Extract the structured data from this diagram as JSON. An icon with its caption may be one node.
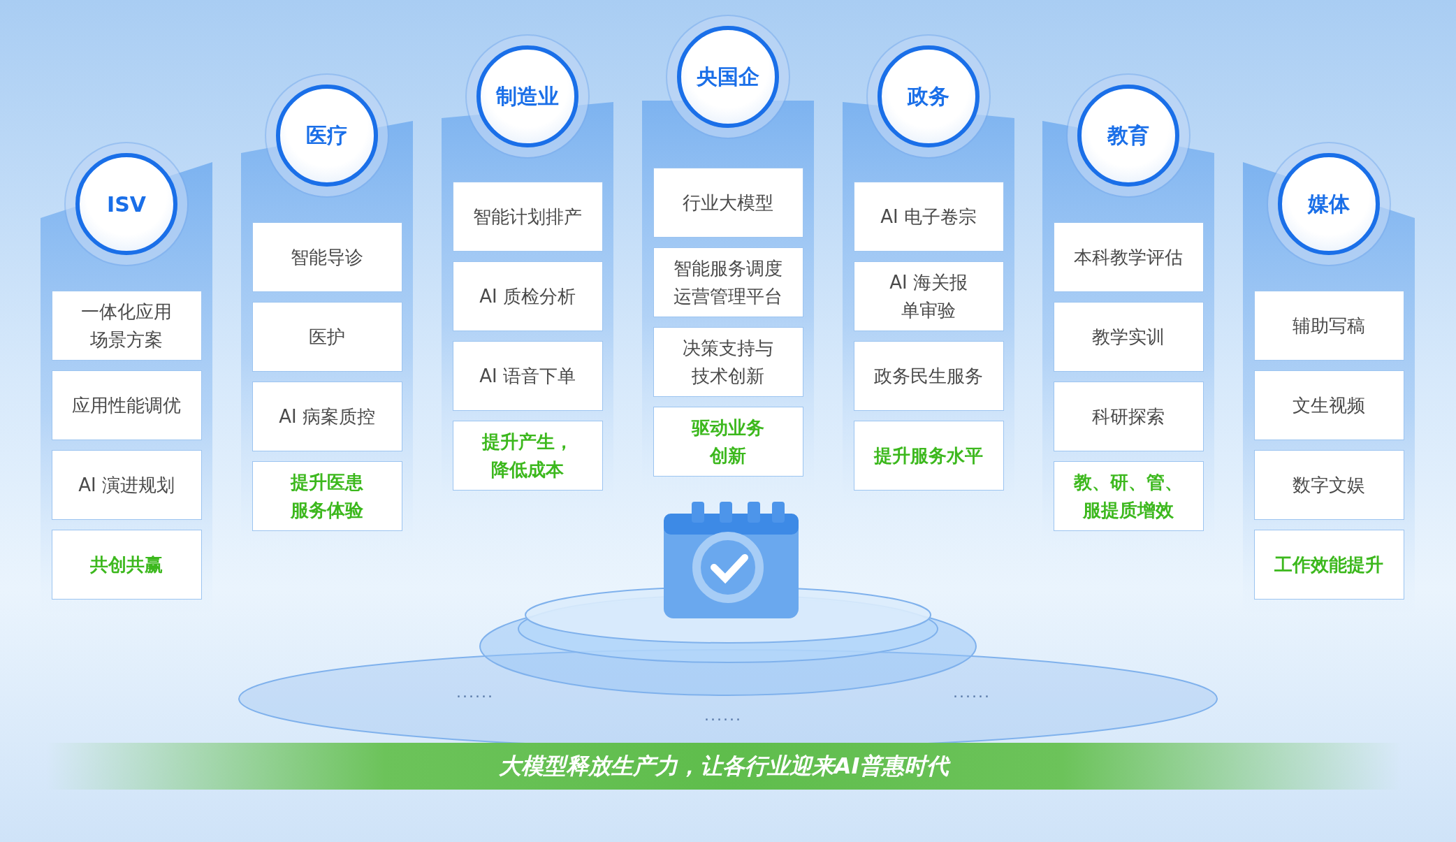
{
  "diagram": {
    "nodes": [
      {
        "text": [
          "ISV"
        ]
      },
      {
        "text": [
          "一体化应用场景方案"
        ],
        "in": 0
      },
      {
        "text": [
          "应用性能调优"
        ],
        "in": 0
      },
      {
        "text": [
          "AI 演进规划"
        ],
        "in": 0
      },
      {
        "text": [
          "共创共赢"
        ],
        "in": 0
      },
      {
        "text": [
          "医疗"
        ]
      },
      {
        "text": [
          "智能导诊"
        ],
        "in": 5
      },
      {
        "text": [
          "医护"
        ],
        "in": 5
      },
      {
        "text": [
          "AI 病案质控"
        ],
        "in": 5
      },
      {
        "text": [
          "提升医患服务体验"
        ],
        "in": 5
      },
      {
        "text": [
          "制造业"
        ]
      },
      {
        "text": [
          "智能计划排产"
        ],
        "in": 10
      },
      {
        "text": [
          "AI 质检分析"
        ],
        "in": 10
      },
      {
        "text": [
          "AI 语音下单"
        ],
        "in": 10
      },
      {
        "text": [
          "提升产生，降低成本"
        ],
        "in": 10
      },
      {
        "text": [
          "央国企"
        ]
      },
      {
        "text": [
          "行业大模型"
        ],
        "in": 15
      },
      {
        "text": [
          "智能服务调度运营管理平台"
        ],
        "in": 15
      },
      {
        "text": [
          "决策支持与技术创新"
        ],
        "in": 15
      },
      {
        "text": [
          "驱动业务创新"
        ],
        "in": 15
      },
      {
        "text": [
          "政务"
        ]
      },
      {
        "text": [
          "AI 电子卷宗"
        ],
        "in": 20
      },
      {
        "text": [
          "AI 海关报单审验"
        ],
        "in": 20
      },
      {
        "text": [
          "政务民生服务"
        ],
        "in": 20
      },
      {
        "text": [
          "提升服务水平"
        ],
        "in": 20
      },
      {
        "text": [
          "教育"
        ]
      },
      {
        "text": [
          "本科教学评估"
        ],
        "in": 25
      },
      {
        "text": [
          "教学实训"
        ],
        "in": 25
      },
      {
        "text": [
          "科研探索"
        ],
        "in": 25
      },
      {
        "text": [
          "教、研、管、服提质增效"
        ],
        "in": 25
      },
      {
        "text": [
          "媒体"
        ]
      },
      {
        "text": [
          "辅助写稿"
        ],
        "in": 30
      },
      {
        "text": [
          "文生视频"
        ],
        "in": 30
      },
      {
        "text": [
          "数字文娱"
        ],
        "in": 30
      },
      {
        "text": [
          "工作效能提升"
        ],
        "in": 30
      },
      {
        "text": [
          "大模型释放生产力，让各行业迎来AI普惠时代"
        ]
      }
    ],
    "labels": [
      "......",
      "......",
      "......"
    ]
  }
}
